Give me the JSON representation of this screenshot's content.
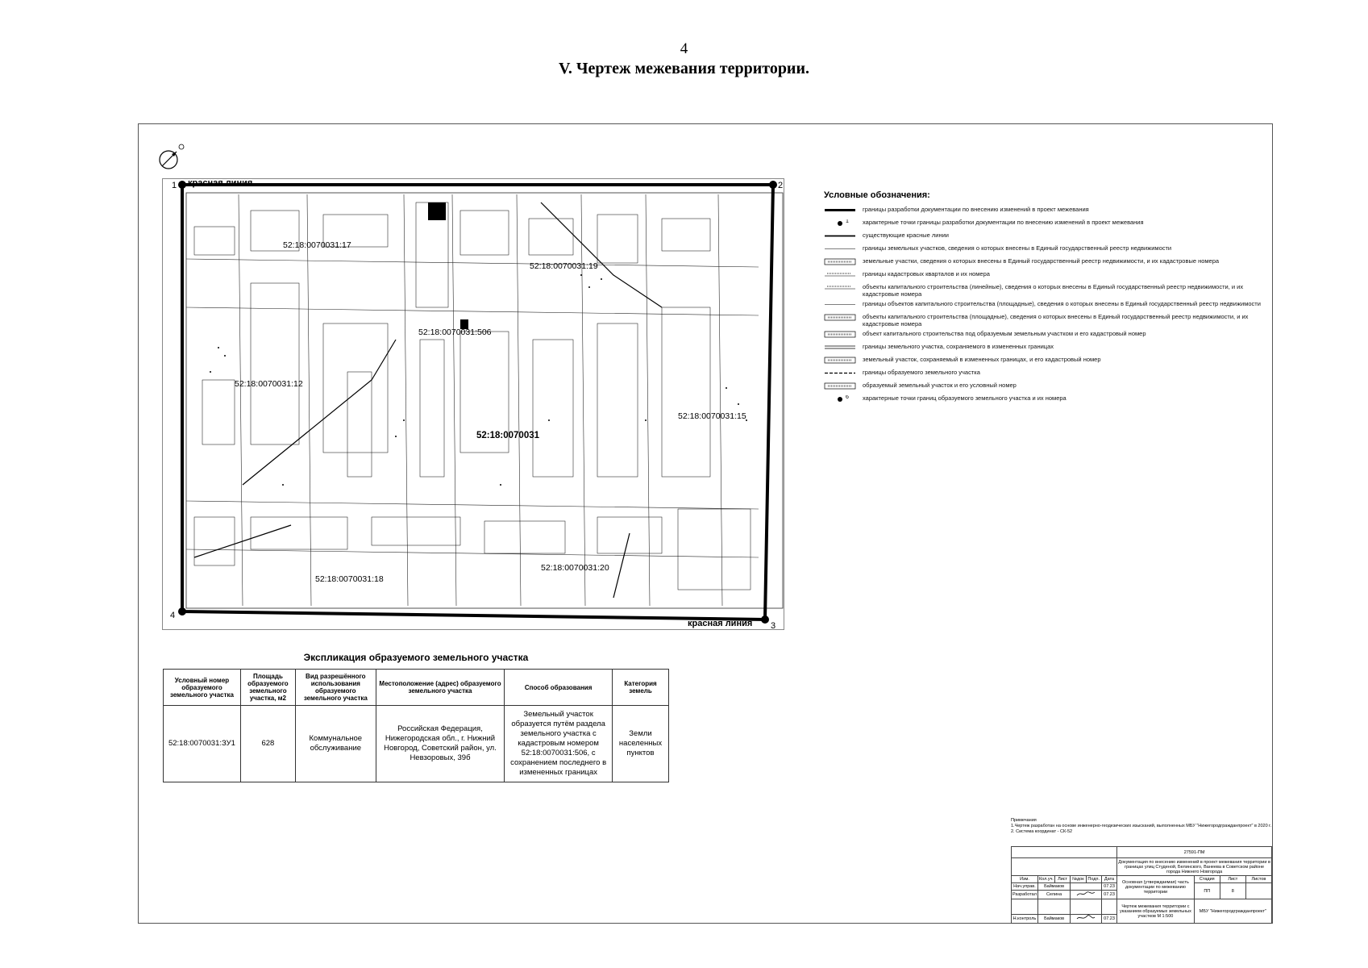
{
  "page_number": "4",
  "heading": "V.  Чертеж межевания территории.",
  "map": {
    "red_line_top": "красная линия",
    "red_line_bottom": "красная линия",
    "corners": [
      "1",
      "2",
      "3",
      "4"
    ],
    "parcel_labels": [
      "52:18:0070031:17",
      "52:18:0070031:19",
      "52:18:0070031:12",
      "52:18:0070031:18",
      "52:18:0070031:20",
      "52:18:0070031:15",
      "52:18:0070031",
      "52:18:0070031:506"
    ]
  },
  "legend": {
    "title": "Условные обозначения:",
    "items": [
      {
        "symbol": "thick-bar",
        "text": "границы разработки документации по внесению изменений в проект межевания"
      },
      {
        "symbol": "dot-1",
        "text": "характерные точки границы разработки документации по внесению изменений в проект межевания"
      },
      {
        "symbol": "solid-line",
        "text": "существующие красные линии"
      },
      {
        "symbol": "thin-line",
        "text": "границы земельных участков, сведения о которых внесены в Единый государственный реестр недвижимости"
      },
      {
        "symbol": "label-box",
        "text": "земельные участки, сведения о которых внесены в Единый государственный реестр недвижимости, и их кадастровые номера"
      },
      {
        "symbol": "small-label",
        "text": "границы кадастровых кварталов и их номера"
      },
      {
        "symbol": "small-label",
        "text": "объекты капитального строительства (линейные), сведения о которых внесены в Единый государственный реестр недвижимости, и их кадастровые номера"
      },
      {
        "symbol": "thin-line",
        "text": "границы объектов капитального строительства (площадные), сведения о которых внесены в Единый государственный реестр недвижимости"
      },
      {
        "symbol": "label-box",
        "text": "объекты капитального строительства (площадные), сведения о которых внесены в Единый государственный реестр недвижимости, и их кадастровые номера"
      },
      {
        "symbol": "label-box",
        "text": "объект капитального строительства под образуемым земельным участком и его кадастровый номер"
      },
      {
        "symbol": "double-line",
        "text": "границы земельного участка, сохраняемого в измененных границах"
      },
      {
        "symbol": "label-box",
        "text": "земельный участок, сохраняемый в измененных границах, и его кадастровый номер"
      },
      {
        "symbol": "dashed-line",
        "text": "границы образуемого земельного участка"
      },
      {
        "symbol": "label-box",
        "text": "образуемый земельный участок и его условный номер"
      },
      {
        "symbol": "dot-6",
        "text": "характерные точки границ образуемого земельного участка и их номера"
      }
    ]
  },
  "explication": {
    "title": "Экспликация образуемого земельного участка",
    "headers": [
      "Условный номер образуемого земельного участка",
      "Площадь образуемого земельного участка, м2",
      "Вид разрешённого использования образуемого земельного участка",
      "Местоположение (адрес) образуемого земельного участка",
      "Способ образования",
      "Категория земель"
    ],
    "row": [
      "52:18:0070031:ЗУ1",
      "628",
      "Коммунальное обслуживание",
      "Российская Федерация, Нижегородская обл., г. Нижний Новгород, Советский район, ул. Невзоровых, 39б",
      "Земельный участок образуется путём раздела земельного участка с кадастровым номером 52:18:0070031:506, с сохранением последнего в измененных границах",
      "Земли населенных пунктов"
    ]
  },
  "notes": {
    "title": "Примечания",
    "lines": [
      "1.Чертеж разработан на основе инженерно-геодезических изысканий, выполненных МБУ \"Нижегородгражданпроект\" в 2020 г.",
      "2. Система координат - СК-52"
    ]
  },
  "stamp": {
    "code": "27591-ПМ",
    "doc_title": "Документация по внесению изменений в проект межевания территории в границах улиц Студеной, Белинского, Ванеева в Советском районе города Нижнего Новгорода",
    "section": "Основная (утверждаемая) часть документации по межеванию территории",
    "sheet_title": "Чертеж межевания территории с указанием образуемых земельных участков М 1:500",
    "org": "МБУ \"Нижегородгражданпроект\"",
    "col_headers": [
      "Изм.",
      "Кол.уч.",
      "Лист",
      "№док",
      "Подп.",
      "Дата"
    ],
    "stage_header": "Стадия",
    "sheet_header": "Лист",
    "sheets_header": "Листов",
    "stage": "ПП",
    "sheet": "8",
    "roles": [
      {
        "role": "Нач.управ.",
        "name": "Баймаков",
        "date": "07.23"
      },
      {
        "role": "Разработал",
        "name": "Селина",
        "date": "07.23"
      },
      {
        "role": "Н.контроль",
        "name": "Баймаков",
        "date": "07.23"
      }
    ]
  }
}
